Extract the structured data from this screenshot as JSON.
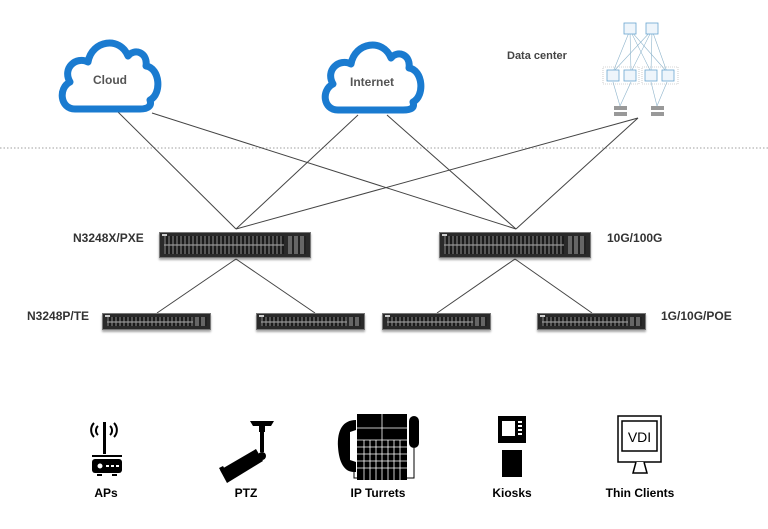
{
  "diagram": {
    "title": "",
    "top_layer": {
      "cloud": {
        "label": "Cloud",
        "color": "#1a7bd0"
      },
      "internet": {
        "label": "Internet",
        "color": "#1a7bd0"
      },
      "datacenter": {
        "label": "Data center"
      }
    },
    "core_layer": {
      "left_label": "N3248X/PXE",
      "right_label": "10G/100G",
      "switches": [
        {
          "id": "core-left",
          "type": "network-switch"
        },
        {
          "id": "core-right",
          "type": "network-switch"
        }
      ]
    },
    "access_layer": {
      "left_label": "N3248P/TE",
      "right_label": "1G/10G/POE",
      "switches": [
        {
          "id": "access-1",
          "uplink": "core-left"
        },
        {
          "id": "access-2",
          "uplink": "core-left"
        },
        {
          "id": "access-3",
          "uplink": "core-right"
        },
        {
          "id": "access-4",
          "uplink": "core-right"
        }
      ]
    },
    "links": [
      {
        "from": "cloud",
        "to": "core-left"
      },
      {
        "from": "cloud",
        "to": "core-right"
      },
      {
        "from": "internet",
        "to": "core-left"
      },
      {
        "from": "internet",
        "to": "core-right"
      },
      {
        "from": "datacenter",
        "to": "core-left"
      },
      {
        "from": "datacenter",
        "to": "core-right"
      },
      {
        "from": "core-left",
        "to": "access-1"
      },
      {
        "from": "core-left",
        "to": "access-2"
      },
      {
        "from": "core-right",
        "to": "access-3"
      },
      {
        "from": "core-right",
        "to": "access-4"
      }
    ],
    "endpoints": [
      {
        "label": "APs",
        "icon": "wireless-access-point-icon"
      },
      {
        "label": "PTZ",
        "icon": "security-camera-icon"
      },
      {
        "label": "IP Turrets",
        "icon": "ip-turret-phone-icon"
      },
      {
        "label": "Kiosks",
        "icon": "kiosk-icon"
      },
      {
        "label": "Thin Clients",
        "icon": "thin-client-monitor-icon"
      }
    ],
    "thin_client_screen_text": "VDI",
    "colors": {
      "cloud_stroke": "#1a7bd0",
      "link_line": "#444444",
      "divider": "#cccccc",
      "switch_body": "#2a2a2a"
    }
  }
}
